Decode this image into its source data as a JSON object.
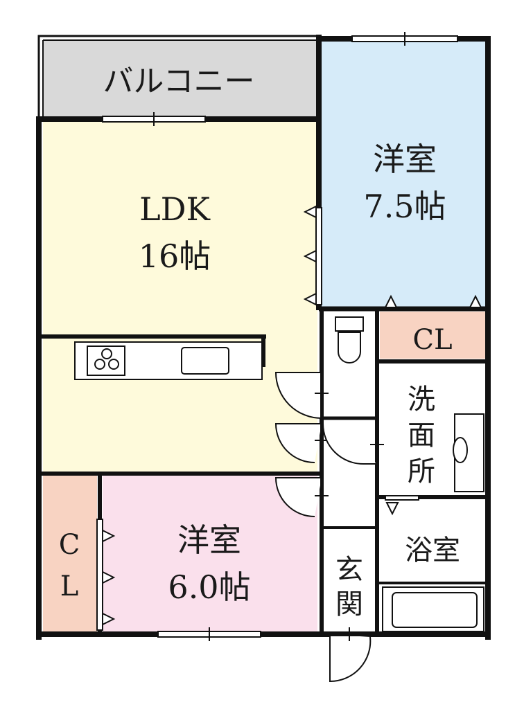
{
  "rooms": {
    "balcony": {
      "label": "バルコニー",
      "color": "#d9d9d9"
    },
    "ldk": {
      "name": "LDK",
      "size": "16帖",
      "color": "#fefadb"
    },
    "western_a": {
      "name": "洋室",
      "size": "7.5帖",
      "color": "#d6ebf9"
    },
    "western_b": {
      "name": "洋室",
      "size": "6.0帖",
      "color": "#fae0ec"
    },
    "closet_a": {
      "label": "CL",
      "color": "#f8d3c2"
    },
    "closet_b": {
      "label_1": "C",
      "label_2": "L",
      "color": "#f8d3c2"
    },
    "washroom": {
      "char_1": "洗",
      "char_2": "面",
      "char_3": "所"
    },
    "bathroom": {
      "label": "浴室"
    },
    "entrance": {
      "char_1": "玄",
      "char_2": "関"
    }
  },
  "colors": {
    "wall": "#111111",
    "white": "#ffffff"
  }
}
